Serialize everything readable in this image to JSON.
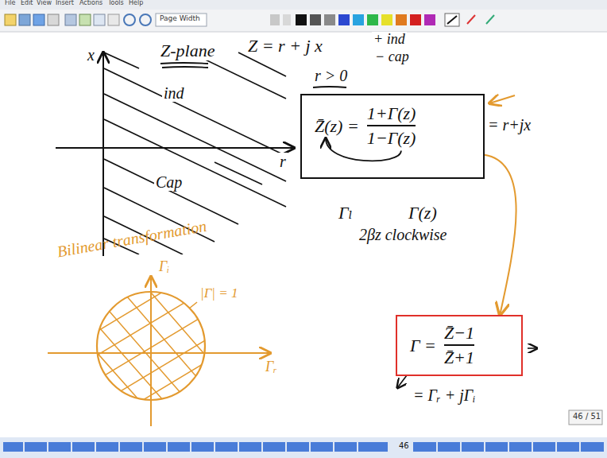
{
  "diagram": {
    "nodes": [
      {
        "text": [
          "Z̄(z) =",
          "1+Γ(z)",
          "1−Γ(z)"
        ]
      },
      {
        "text": [
          "Γ =",
          "Z̄−1",
          "Z̄+1"
        ]
      }
    ],
    "edges": [
      {
        "from": 0,
        "to": 1,
        "arrow": "to"
      }
    ],
    "labels": [
      "File",
      "Edit",
      "View",
      "Insert",
      "Actions",
      "Tools",
      "Help",
      "Page Width",
      "x",
      "Z-plane",
      "Z = r + j x",
      "+ ind",
      "− cap",
      "r > 0",
      "ind",
      "r",
      "Cap",
      "= r+jx",
      "Γₗ",
      "Γ(z)",
      "2βz clockwise",
      "Bilinear transformation",
      "Γᵢ",
      "|Γ| = 1",
      "Γᵣ",
      "= Γᵣ + jΓᵢ",
      "46",
      "46 / 51"
    ]
  }
}
